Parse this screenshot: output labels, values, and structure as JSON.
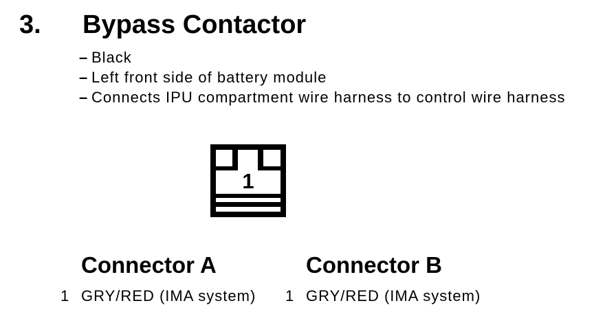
{
  "colors": {
    "ink": "#000000",
    "paper": "#ffffff"
  },
  "section": {
    "number": "3.",
    "title": "Bypass Contactor",
    "bullet_prefix": "–",
    "bullets": [
      "Black",
      "Left front side of battery module",
      "Connects IPU compartment wire harness to control wire harness"
    ]
  },
  "diagram": {
    "type": "connector-face-view",
    "pin_label": "1"
  },
  "connectors": [
    {
      "title": "Connector A",
      "pins": [
        {
          "number": "1",
          "wire": "GRY/RED (IMA system)"
        }
      ]
    },
    {
      "title": "Connector B",
      "pins": [
        {
          "number": "1",
          "wire": "GRY/RED (IMA system)"
        }
      ]
    }
  ]
}
